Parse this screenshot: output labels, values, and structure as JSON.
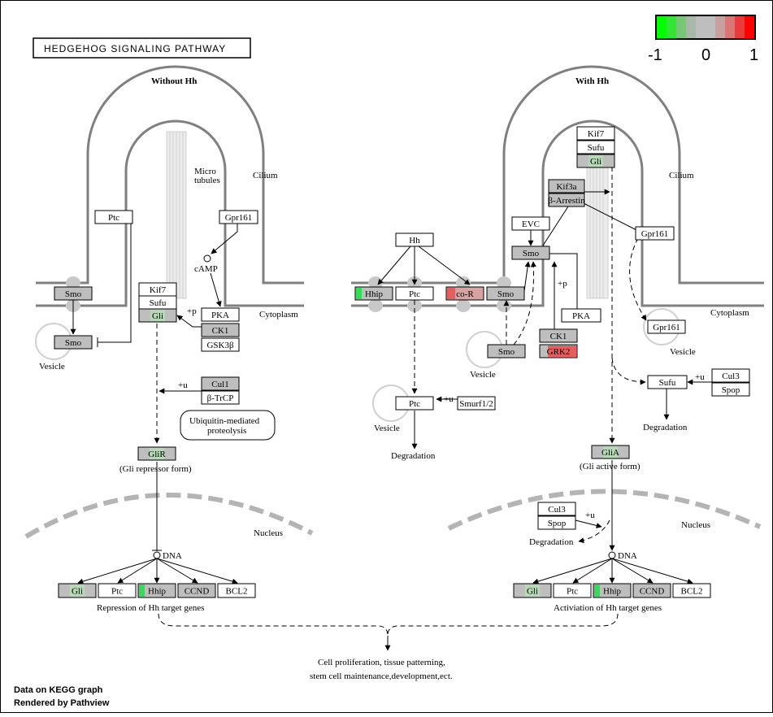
{
  "title": "HEDGEHOG SIGNALING PATHWAY",
  "legend": {
    "min_label": "-1",
    "mid_label": "0",
    "max_label": "1",
    "colors": [
      "#00ff00",
      "#33e633",
      "#77c777",
      "#a8b8a8",
      "#bebebe",
      "#bebebe",
      "#c9a0a0",
      "#d97777",
      "#ea3b3b",
      "#ff0000"
    ]
  },
  "footer": {
    "line1": "Data on KEGG graph",
    "line2": "Rendered by Pathview"
  },
  "colors": {
    "gray": "#bebebe",
    "white": "#ffffff",
    "light_green": "#b6d8b6",
    "green": "#33dd55",
    "red": "#e46060",
    "light_red": "#d7a2a2",
    "membrane": "#808080",
    "nucleus": "#b4b4b4",
    "vesicle": "#d0d0d0",
    "microtubule": "#e2e2e2"
  },
  "labels": {
    "without_hh": "Without Hh",
    "with_hh": "With Hh",
    "micro": "Micro",
    "tubules": "tubules",
    "cilium_left": "Cilium",
    "cilium_right": "Cilium",
    "camp": "cAMP",
    "cytoplasm_left": "Cytoplasm",
    "cytoplasm_right": "Cytoplasm",
    "vesicle_left": "Vesicle",
    "vesicle_mid_a": "Vesicle",
    "vesicle_mid_b": "Vesicle",
    "vesicle_right": "Vesicle",
    "nucleus_left": "Nucleus",
    "nucleus_right": "Nucleus",
    "ubiquitin_line1": "Ubiquitin-mediated",
    "ubiquitin_line2": "proteolysis",
    "gli_repressor_form": "(Gli repressor form)",
    "gli_active_form": "(Gli active form)",
    "dna_left": "DNA",
    "dna_right": "DNA",
    "repression": "Repression of Hh target genes",
    "activation": "Activiation  of Hh target genes",
    "degradation_mid": "Degradation",
    "degradation_right": "Degradation",
    "degradation_nuc": "Degradation",
    "outcome_line1": "Cell proliferation, tissue patterning,",
    "outcome_line2": "stem cell maintenance,development,ect.",
    "plus_p_left": "+p",
    "plus_u_left": "+u",
    "plus_p_right": "+p",
    "plus_u_mid": "+u",
    "plus_u_right": "+u",
    "plus_u_nuc": "+u"
  },
  "nodes": {
    "l_ptc": "Ptc",
    "l_gpr161": "Gpr161",
    "l_smo_mem": "Smo",
    "l_smo_ves": "Smo",
    "l_kif7": "Kif7",
    "l_sufu": "Sufu",
    "l_gli": "Gli",
    "l_pka": "PKA",
    "l_ck1": "CK1",
    "l_gsk3b": "GSK3β",
    "l_cul1": "Cul1",
    "l_btrcp": "β-TrCP",
    "l_glir": "GliR",
    "l_t_gli": "Gli",
    "l_t_ptc": "Ptc",
    "l_t_hhip": "Hhip",
    "l_t_ccnd": "CCND",
    "l_t_bcl2": "BCL2",
    "m_hh": "Hh",
    "m_hhip": "Hhip",
    "m_ptc": "Ptc",
    "m_cor": "co-R",
    "m_smo_mem": "Smo",
    "m_smo_ves": "Smo",
    "m_ptc_ves": "Ptc",
    "m_smurf": "Smurf1/2",
    "r_evc": "EVC",
    "r_smo": "Smo",
    "r_kif3a": "Kif3a",
    "r_barrestin": "β-Arrestin",
    "r_kif7": "Kif7",
    "r_sufu_top": "Sufu",
    "r_gli_top": "Gli",
    "r_gpr161": "Gpr161",
    "r_gpr161_ves": "Gpr161",
    "r_pka": "PKA",
    "r_ck1": "CK1",
    "r_grk2": "GRK2",
    "r_sufu": "Sufu",
    "r_cul3": "Cul3",
    "r_spop": "Spop",
    "r_glia": "GliA",
    "r_cul3_nuc": "Cul3",
    "r_spop_nuc": "Spop",
    "r_t_gli": "Gli",
    "r_t_ptc": "Ptc",
    "r_t_hhip": "Hhip",
    "r_t_ccnd": "CCND",
    "r_t_bcl2": "BCL2"
  }
}
